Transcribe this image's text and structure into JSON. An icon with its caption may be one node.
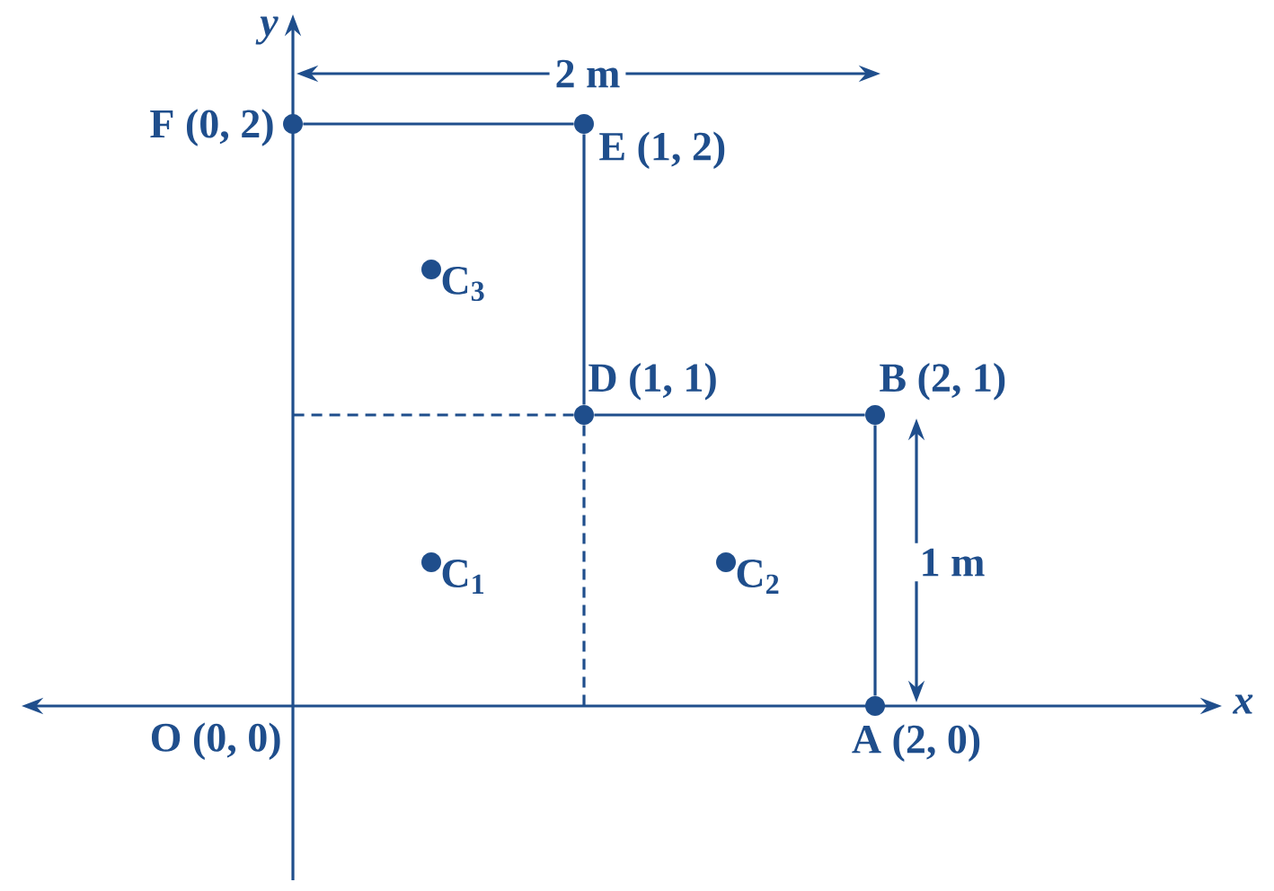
{
  "diagram": {
    "nodes": [
      {
        "text": [],
        "shape": "circle",
        "beside": [
          "F (0, 2)"
        ]
      },
      {
        "text": [],
        "shape": "circle",
        "beside": [
          "E (1, 2)"
        ]
      },
      {
        "text": [],
        "shape": "circle",
        "beside": [
          "C$_{3}$"
        ]
      },
      {
        "text": [],
        "shape": "circle",
        "beside": [
          "D (1, 1)"
        ]
      },
      {
        "text": [],
        "shape": "circle",
        "beside": [
          "B (2, 1)"
        ]
      },
      {
        "text": [],
        "shape": "circle",
        "beside": [
          "C$_{1}$"
        ]
      },
      {
        "text": [],
        "shape": "circle",
        "beside": [
          "C$_{2}$"
        ]
      },
      {
        "text": [],
        "shape": "circle",
        "beside": [
          "A (2, 0)"
        ]
      }
    ],
    "edges": [
      {
        "from": 0,
        "to": 1,
        "arrow": "none"
      },
      {
        "from": 1,
        "to": 3,
        "arrow": "none"
      },
      {
        "from": 3,
        "to": 4,
        "arrow": "none"
      },
      {
        "from": 4,
        "to": 7,
        "arrow": "none"
      },
      {
        "from": 3,
        "to": null,
        "arrow": "none",
        "style": "dashed"
      },
      {
        "from": 3,
        "to": null,
        "arrow": "none",
        "style": "dashed"
      }
    ],
    "labels": [
      "y",
      "2 m",
      "1 m",
      "x",
      "O (0, 0)"
    ]
  }
}
